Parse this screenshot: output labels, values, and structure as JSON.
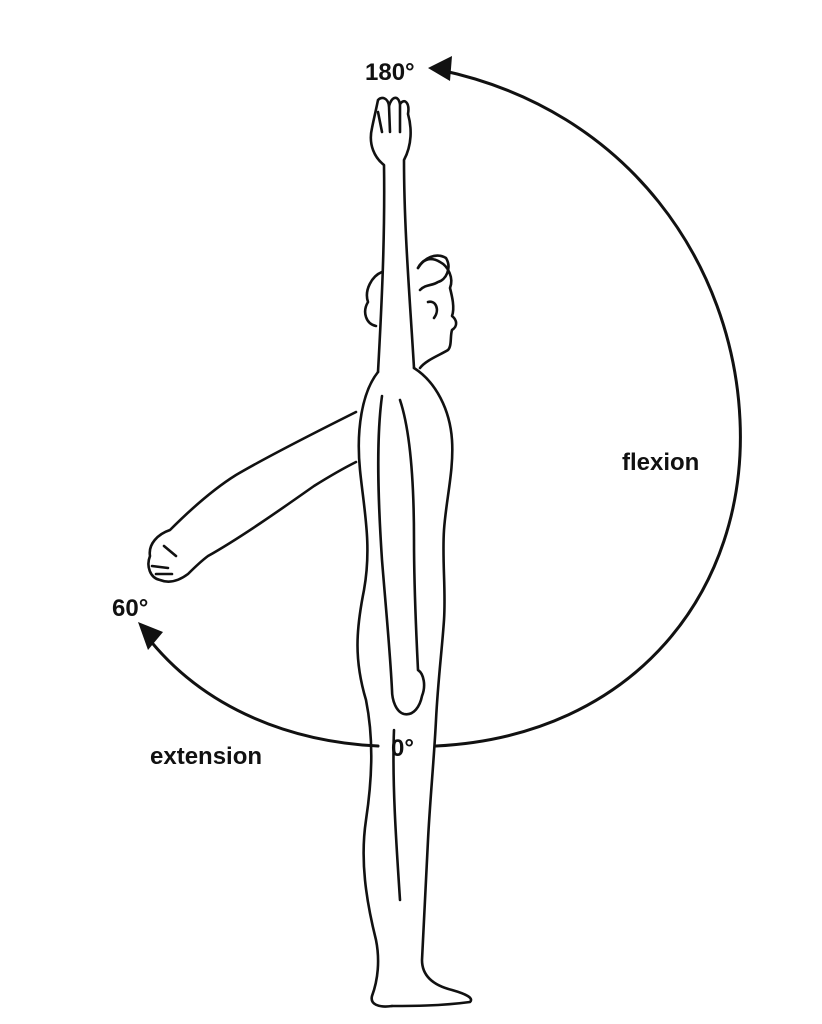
{
  "labels": {
    "angle_top": "180°",
    "angle_back": "60°",
    "angle_neutral": "0°",
    "movement_forward": "flexion",
    "movement_backward": "extension"
  },
  "colors": {
    "ink": "#111111",
    "background": "#ffffff"
  }
}
